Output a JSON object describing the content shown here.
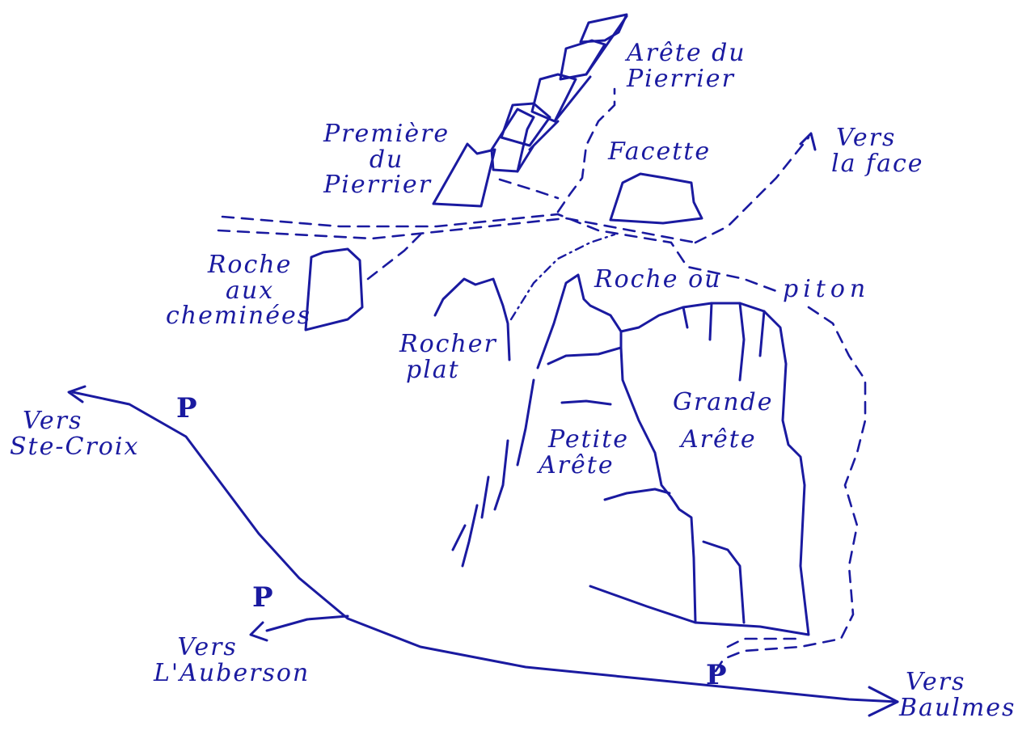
{
  "colors": {
    "ink": "#1a1aa0",
    "background": "#ffffff"
  },
  "labels": {
    "arete_du_pierrier_1": "Arête du",
    "arete_du_pierrier_2": "Pierrier",
    "premiere_1": "Première",
    "premiere_2": "du",
    "premiere_3": "Pierrier",
    "facette": "Facette",
    "vers_face_1": "Vers",
    "vers_face_2": "la face",
    "roche_1": "Roche",
    "roche_2": "aux",
    "roche_3": "cheminées",
    "roche_ou_piton_1": "Roche ou",
    "roche_ou_piton_2": "piton",
    "rocher_plat_1": "Rocher",
    "rocher_plat_2": "plat",
    "grande_1": "Grande",
    "grande_2": "Arête",
    "petite_1": "Petite",
    "petite_2": "Arête",
    "vers_stecroix_1": "Vers",
    "vers_stecroix_2": "Ste-Croix",
    "vers_auberson_1": "Vers",
    "vers_auberson_2": "L'Auberson",
    "vers_baulmes_1": "Vers",
    "vers_baulmes_2": "Baulmes",
    "parking": "P"
  }
}
